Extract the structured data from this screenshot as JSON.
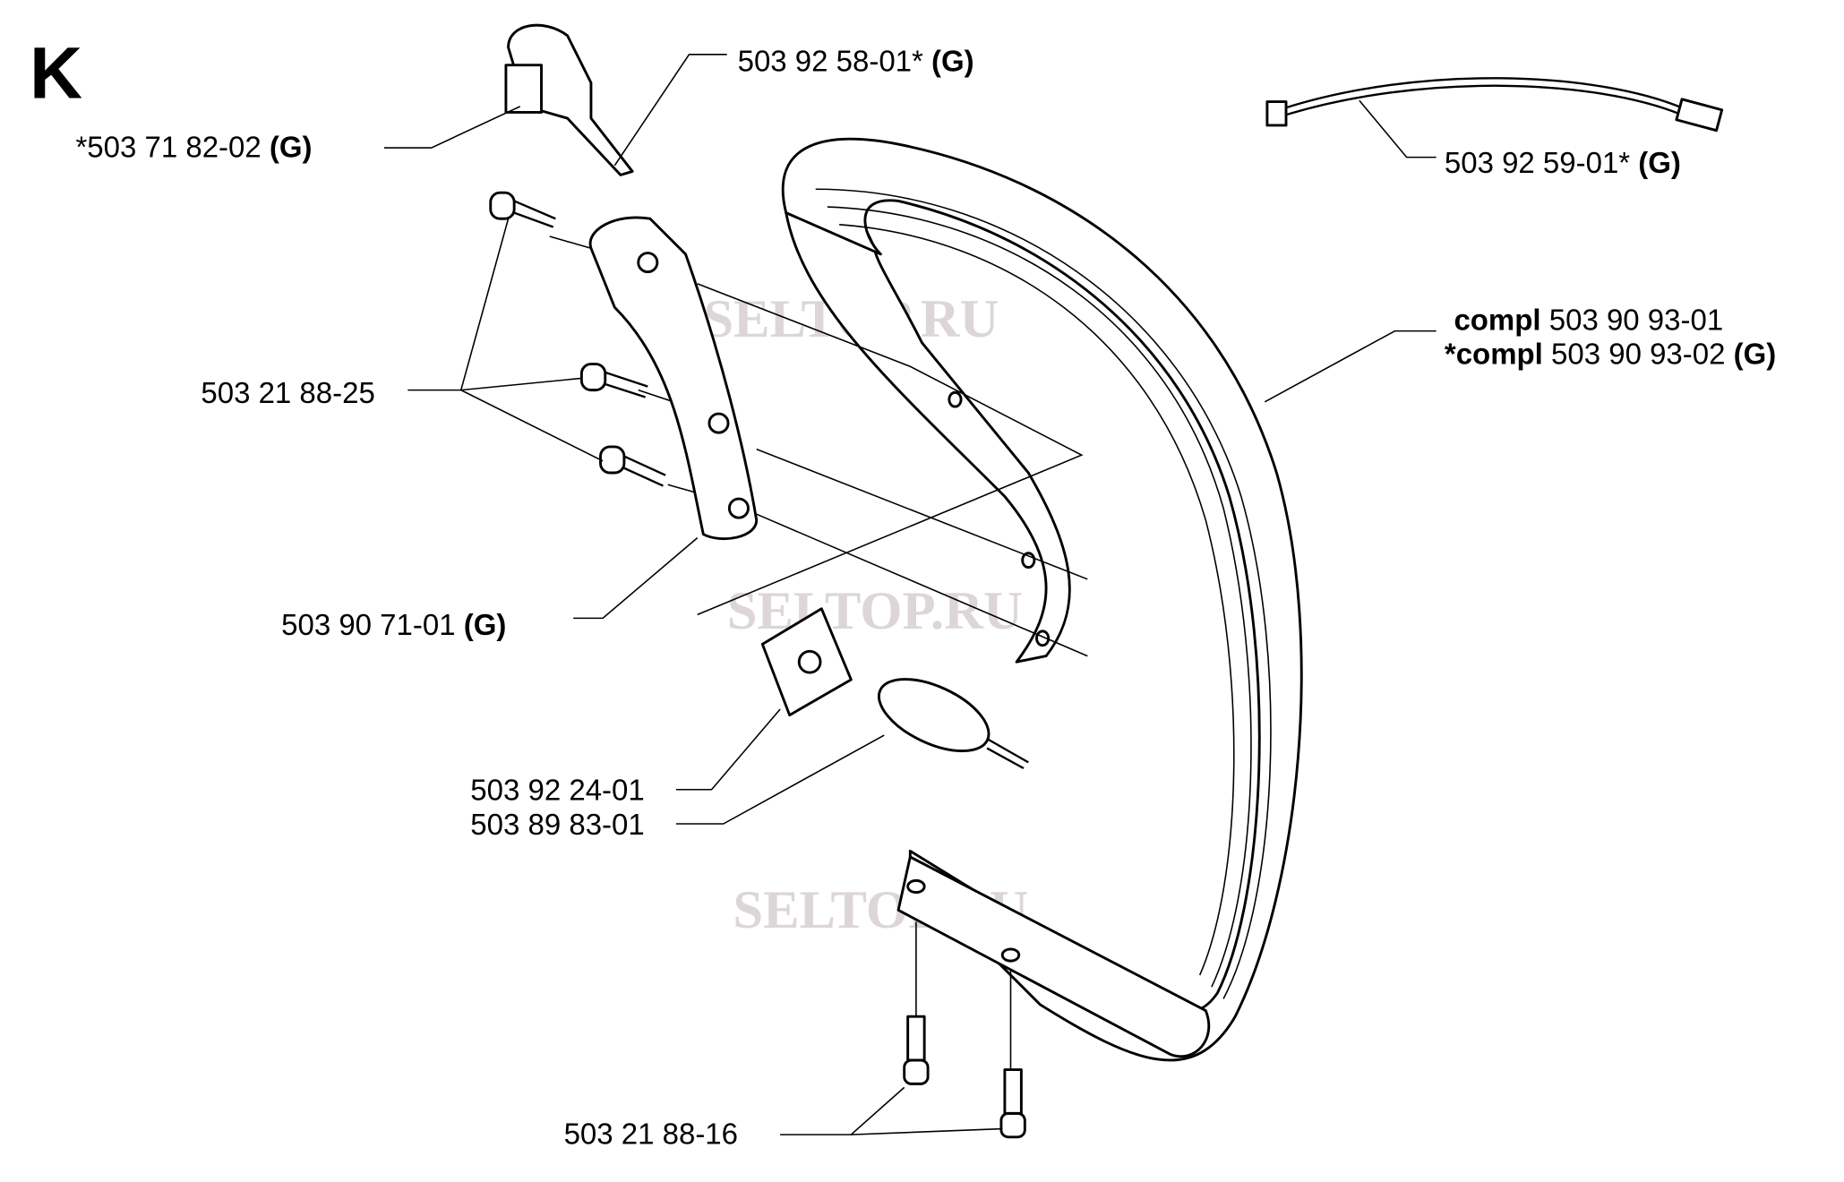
{
  "section_letter": "K",
  "watermark": "SELTOP.RU",
  "labels": {
    "switch": {
      "number": "*503 71 82-02",
      "suffix": "(G)"
    },
    "trigger": {
      "number": "503 92 58-01*",
      "suffix": "(G)"
    },
    "cable": {
      "number": "503 92 59-01*",
      "suffix": "(G)"
    },
    "handle_1": {
      "prefix": "compl",
      "number": "503 90 93-01"
    },
    "handle_2": {
      "prefix": "*compl",
      "number": "503 90 93-02",
      "suffix": "(G)"
    },
    "screw_25": {
      "number": "503 21 88-25"
    },
    "bracket": {
      "number": "503 90 71-01",
      "suffix": "(G)"
    },
    "clip": {
      "number": "503 92 24-01"
    },
    "spring": {
      "number": "503 89 83-01"
    },
    "screw_16": {
      "number": "503 21 88-16"
    }
  }
}
